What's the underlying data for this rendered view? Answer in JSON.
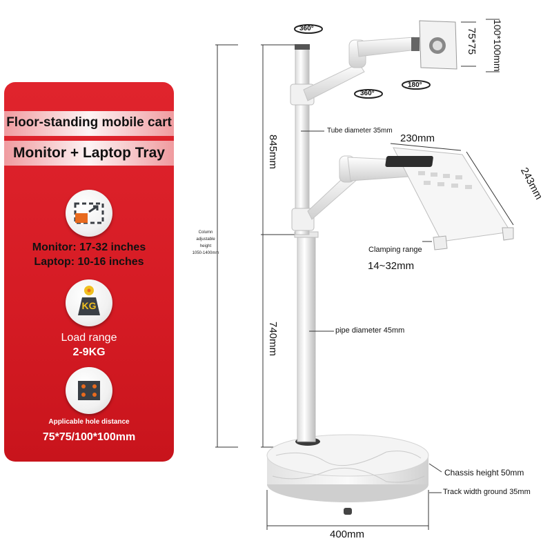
{
  "panel": {
    "title_line1": "Floor-standing mobile cart",
    "title_line2": "Monitor + Laptop Tray",
    "monitor_size": "Monitor: 17-32 inches",
    "laptop_size": "Laptop: 10-16 inches",
    "kg_badge": "KG",
    "load_label": "Load range",
    "load_value": "2-9KG",
    "hole_label": "Applicable hole distance",
    "hole_value": "75*75/100*100mm"
  },
  "diagram": {
    "rot_top": "360°",
    "rot_mid": "360°",
    "rot_right": "180°",
    "vesa_small": "75*75",
    "vesa_large": "100*100mm",
    "tube_diameter": "Tube diameter 35mm",
    "tray_width": "230mm",
    "tray_depth": "243mm",
    "upper_height": "845mm",
    "lower_height": "740mm",
    "column_note_1": "Column",
    "column_note_2": "adjustable",
    "column_note_3": "height",
    "column_note_4": "1050-1400mm",
    "clamping_label": "Clamping range",
    "clamping_value": "14~32mm",
    "pipe_diameter": "pipe diameter 45mm",
    "chassis_height": "Chassis height 50mm",
    "track_width": "Track width ground 35mm",
    "base_width": "400mm"
  },
  "colors": {
    "panel_red": "#d51b24",
    "orange": "#e86a1e",
    "dark_icon": "#3a3f45",
    "kg_gold": "#f0c020"
  }
}
